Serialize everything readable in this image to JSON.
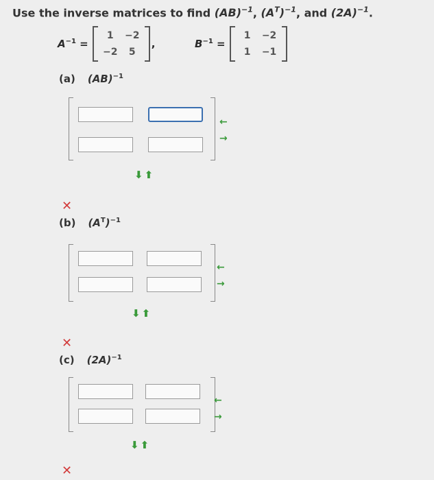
{
  "title": {
    "prefix": "Use the inverse matrices to find ",
    "expr1": "(AB)",
    "exp": "−1",
    "sep1": ", ",
    "expr2": "(A",
    "expr2_t": "T",
    "expr2_close": ")",
    "sep2": ", and ",
    "expr3": "(2A)",
    "suffix": "."
  },
  "given": {
    "a_inv": {
      "label": "A",
      "exp": "−1",
      "eq": " =",
      "entries": [
        "1",
        "−2",
        "−2",
        "5"
      ],
      "trail": ","
    },
    "b_inv": {
      "label": "B",
      "exp": "−1",
      "eq": " =",
      "entries": [
        "1",
        "−2",
        "1",
        "−1"
      ]
    }
  },
  "parts": [
    {
      "letter": "(a)",
      "expr": "(AB)",
      "exp": "−1",
      "cells": [
        "",
        "",
        "",
        ""
      ],
      "status": "incorrect"
    },
    {
      "letter": "(b)",
      "expr": "(A",
      "t": "T",
      "close": ")",
      "exp": "−1",
      "cells": [
        "",
        "",
        "",
        ""
      ],
      "status": "incorrect"
    },
    {
      "letter": "(c)",
      "expr": "(2A)",
      "exp": "−1",
      "cells": [
        "",
        "",
        "",
        ""
      ],
      "status": "incorrect"
    }
  ],
  "icons": {
    "side_arrows": [
      "←",
      "→"
    ],
    "down_up": "⬇⬆",
    "incorrect_mark": "✕"
  },
  "colors": {
    "arrow": "#3a9a3a",
    "incorrect": "#d23a3a",
    "focus": "#3a6fb0"
  }
}
